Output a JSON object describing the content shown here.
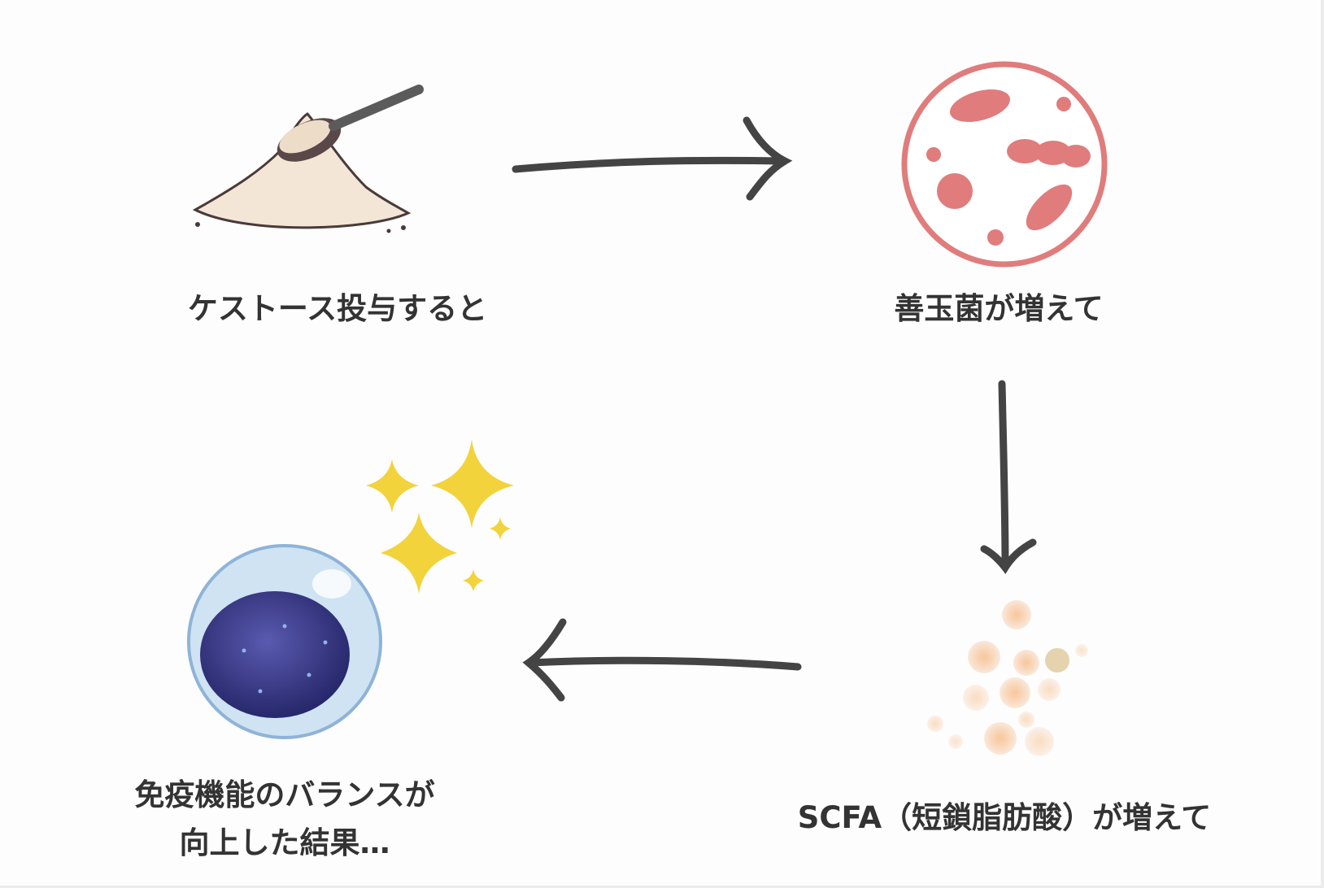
{
  "steps": [
    {
      "label": "ケストース投与すると",
      "icon": "powder-spoon-icon"
    },
    {
      "label": "善玉菌が増えて",
      "icon": "bacteria-icon"
    },
    {
      "label": "SCFA（短鎖脂肪酸）が増えて",
      "icon": "bubbles-icon"
    },
    {
      "label_line1": "免疫機能のバランスが",
      "label_line2": "向上した結果…",
      "icon": "immune-cell-icon"
    }
  ],
  "colors": {
    "arrow": "#444444",
    "bacteria": "#e07c7c",
    "sparkle": "#f2d33c",
    "cell": "#3a3a8c",
    "powder": "#f3e6d6"
  }
}
